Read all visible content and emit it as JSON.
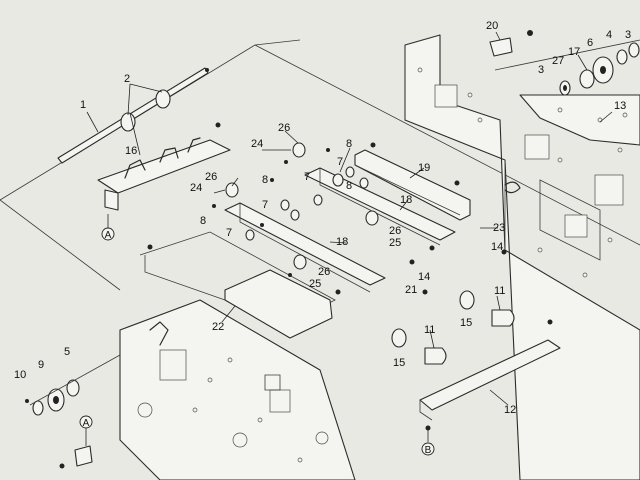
{
  "callouts": [
    "1",
    "2",
    "3",
    "3",
    "4",
    "5",
    "6",
    "7",
    "7",
    "7",
    "7",
    "8",
    "8",
    "8",
    "9",
    "10",
    "11",
    "11",
    "12",
    "13",
    "14",
    "14",
    "15",
    "15",
    "16",
    "17",
    "18",
    "18",
    "19",
    "20",
    "21",
    "22",
    "23",
    "24",
    "24",
    "25",
    "25",
    "26",
    "26",
    "26",
    "26",
    "27"
  ],
  "reference_marks": [
    "A",
    "A",
    "B"
  ]
}
